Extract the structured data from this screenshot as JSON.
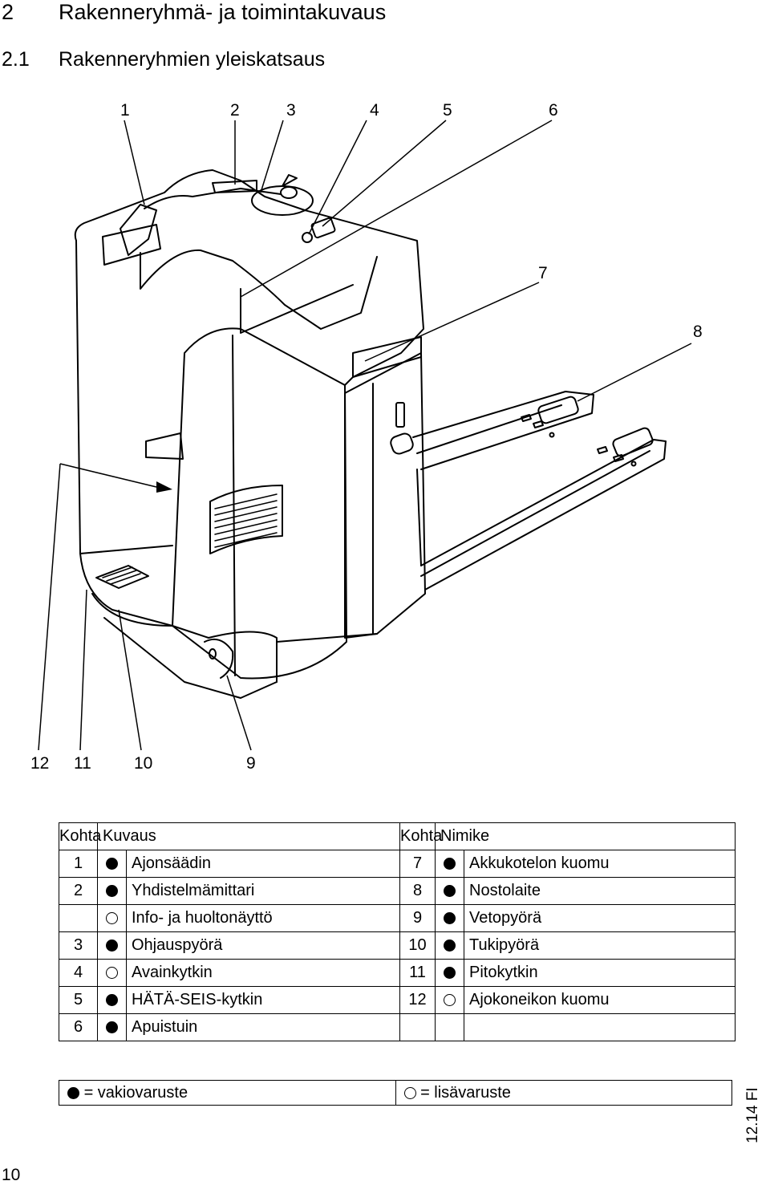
{
  "heading": {
    "number": "2",
    "title": "Rakenneryhmä- ja toimintakuvaus"
  },
  "subheading": {
    "number": "2.1",
    "title": "Rakenneryhmien yleiskatsaus"
  },
  "figure": {
    "callouts_top": [
      "1",
      "2",
      "3",
      "4",
      "5",
      "6"
    ],
    "callouts_right": [
      "7",
      "8"
    ],
    "callouts_bottom": [
      "12",
      "11",
      "10",
      "9"
    ]
  },
  "table": {
    "headers": {
      "left_num": "Kohta",
      "left_desc": "Kuvaus",
      "right_num": "Kohta",
      "right_desc": "Nimike"
    },
    "rows": [
      {
        "ln": "1",
        "ls": "std",
        "lt": "Ajonsäädin",
        "rn": "7",
        "rs": "std",
        "rt": "Akkukotelon kuomu"
      },
      {
        "ln": "2",
        "ls": "std",
        "lt": "Yhdistelmämittari",
        "rn": "8",
        "rs": "std",
        "rt": "Nostolaite"
      },
      {
        "ln": "",
        "ls": "opt",
        "lt": "Info- ja huoltonäyttö",
        "rn": "9",
        "rs": "std",
        "rt": "Vetopyörä"
      },
      {
        "ln": "3",
        "ls": "std",
        "lt": "Ohjauspyörä",
        "rn": "10",
        "rs": "std",
        "rt": "Tukipyörä"
      },
      {
        "ln": "4",
        "ls": "opt",
        "lt": "Avainkytkin",
        "rn": "11",
        "rs": "std",
        "rt": "Pitokytkin"
      },
      {
        "ln": "5",
        "ls": "std",
        "lt": "HÄTÄ-SEIS-kytkin",
        "rn": "12",
        "rs": "opt",
        "rt": "Ajokoneikon kuomu"
      },
      {
        "ln": "6",
        "ls": "std",
        "lt": "Apuistuin",
        "rn": "",
        "rs": "",
        "rt": ""
      }
    ]
  },
  "legend": {
    "standard": "= vakiovaruste",
    "optional": "= lisävaruste"
  },
  "footer": {
    "edition": "12.14 FI",
    "page": "10"
  }
}
